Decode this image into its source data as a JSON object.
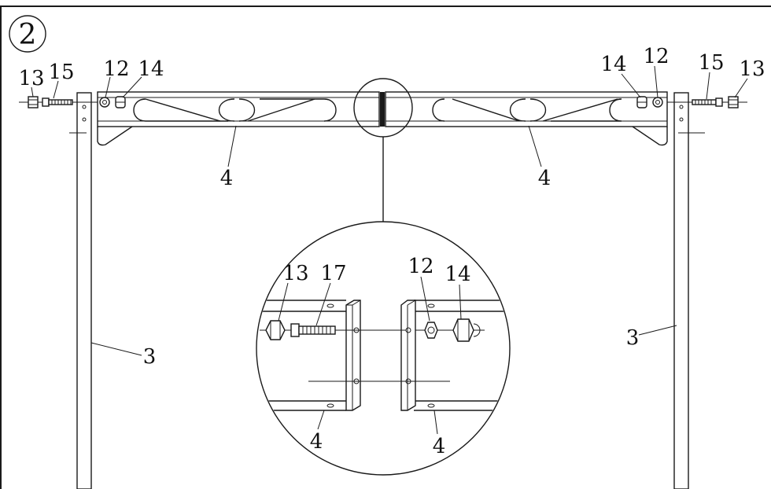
{
  "step": {
    "number": "2"
  },
  "labels": {
    "post": "3",
    "beam": "4",
    "washer": "12",
    "nut": "13",
    "lock_washer": "14",
    "long_bolt": "15",
    "short_bolt": "17"
  }
}
